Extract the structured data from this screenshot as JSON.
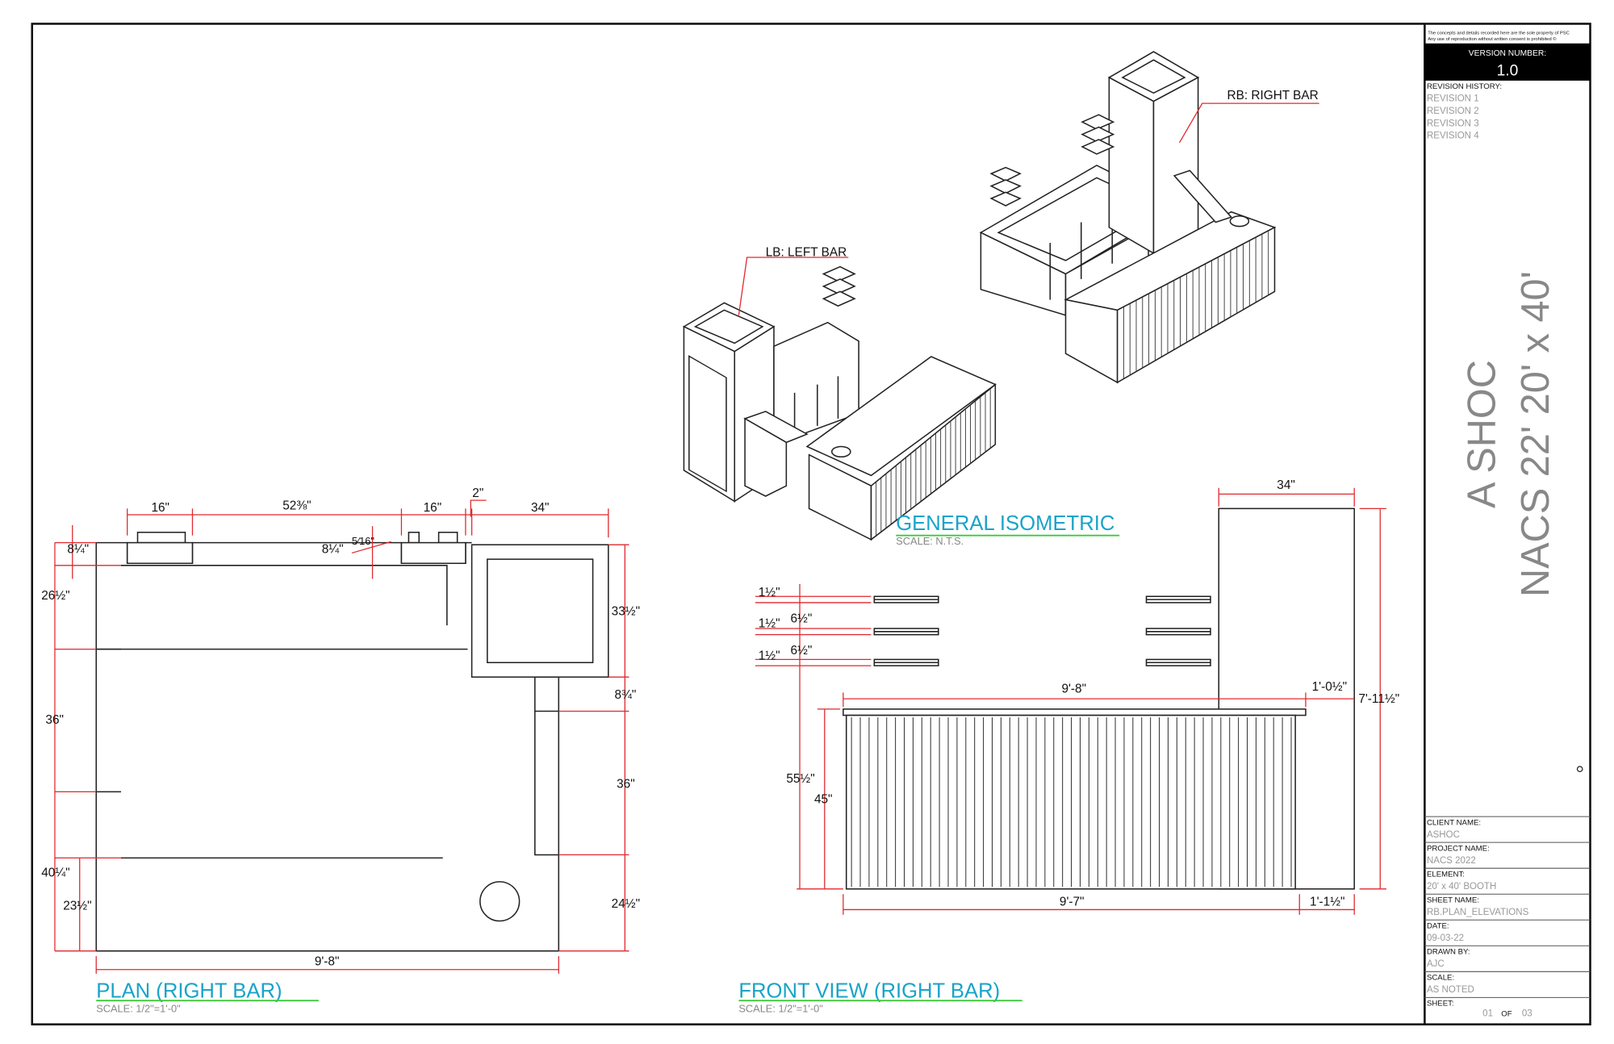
{
  "title_block": {
    "disclaimer_line1": "The concepts and details recorded here are the sole property of PSC",
    "disclaimer_line2": "Any use of reproduction without written consent is prohibited ©",
    "version_label": "VERSION NUMBER:",
    "version_value": "1.0",
    "revision_label": "REVISION HISTORY:",
    "revisions": [
      "REVISION 1",
      "REVISION 2",
      "REVISION 3",
      "REVISION 4"
    ],
    "project_title_line1": "A SHOC",
    "project_title_line2": "NACS 22' 20' x 40'",
    "fields": [
      {
        "label": "CLIENT NAME:",
        "value": "ASHOC"
      },
      {
        "label": "PROJECT NAME:",
        "value": "NACS 2022"
      },
      {
        "label": "ELEMENT:",
        "value": "20' x 40' BOOTH"
      },
      {
        "label": "SHEET NAME:",
        "value": "RB.PLAN_ELEVATIONS"
      },
      {
        "label": "DATE:",
        "value": "09-03-22"
      },
      {
        "label": "DRAWN BY:",
        "value": "AJC"
      },
      {
        "label": "SCALE:",
        "value": "AS NOTED"
      }
    ],
    "sheet_label": "SHEET:",
    "sheet_number": "01",
    "sheet_of": "OF",
    "sheet_total": "03"
  },
  "isometric": {
    "title": "GENERAL ISOMETRIC",
    "scale": "SCALE: N.T.S.",
    "callout_left": "LB: LEFT BAR",
    "callout_right": "RB: RIGHT BAR"
  },
  "plan": {
    "title": "PLAN (RIGHT BAR)",
    "scale": "SCALE: 1/2\"=1'-0\"",
    "dims": {
      "top_16a": "16\"",
      "top_52": "52⅜\"",
      "top_16b": "16\"",
      "top_2": "2\"",
      "top_34": "34\"",
      "left_8a": "8¼\"",
      "mid_8b": "8¼\"",
      "mid_5_16": "5⁄16\"",
      "left_26": "26½\"",
      "left_36": "36\"",
      "left_40": "40¼\"",
      "left_23": "23½\"",
      "right_33": "33½\"",
      "right_8": "8¾\"",
      "right_36": "36\"",
      "right_24": "24½\"",
      "bottom": "9'-8\""
    }
  },
  "front": {
    "title": "FRONT VIEW (RIGHT BAR)",
    "scale": "SCALE: 1/2\"=1'-0\"",
    "dims": {
      "top_34": "34\"",
      "s1": "1½\"",
      "s2": "1½\"",
      "s3": "1½\"",
      "g1": "6½\"",
      "g2": "6½\"",
      "width_top": "9'-8\"",
      "overhang": "1'-0½\"",
      "height_total": "7'-11½\"",
      "h55": "55½\"",
      "h45": "45\"",
      "width_bottom": "9'-7\"",
      "right_bottom": "1'-1½\""
    }
  },
  "colors": {
    "dimension": "#e0282e",
    "title": "#1aa3c9",
    "underline": "#3ec93e"
  }
}
